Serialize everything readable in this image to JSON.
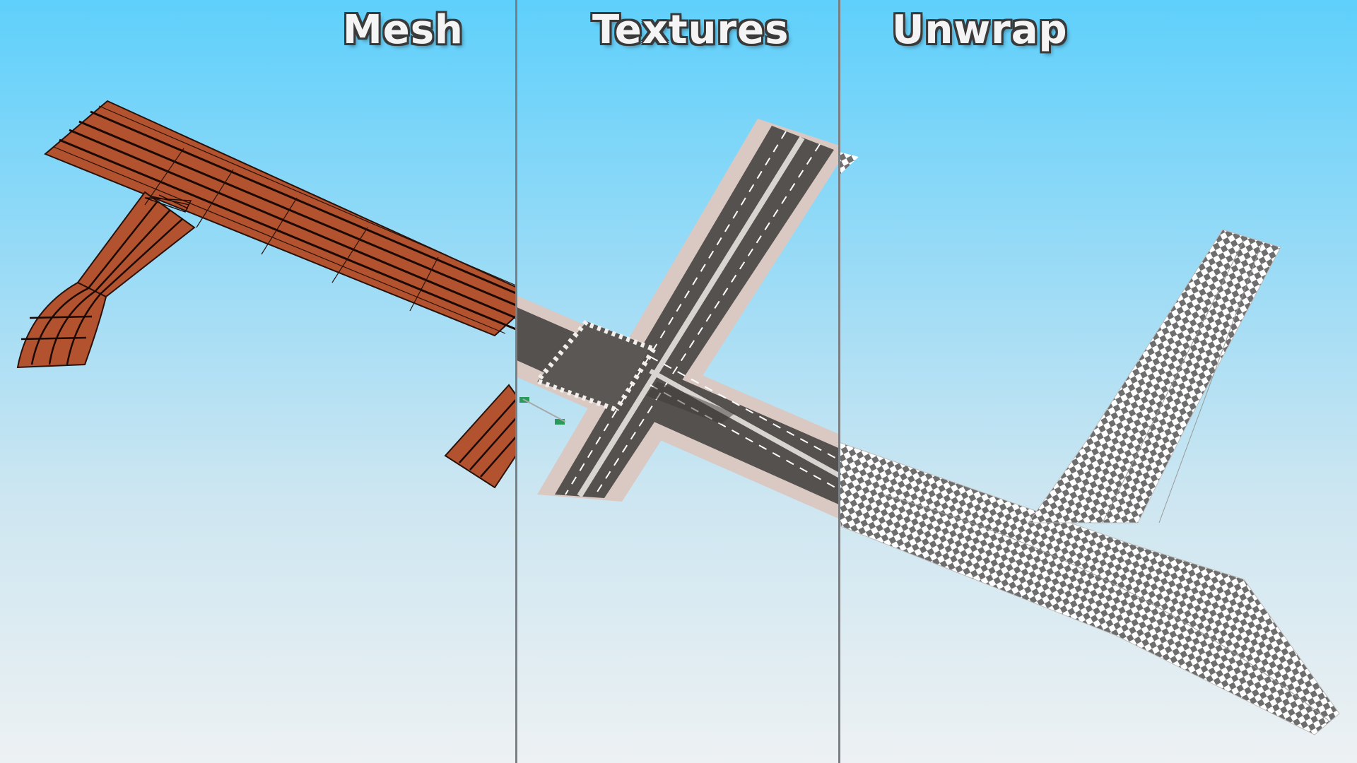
{
  "panels": [
    {
      "label": "Mesh"
    },
    {
      "label": "Textures"
    },
    {
      "label": "Unwrap"
    }
  ],
  "colors": {
    "sky_top": "#5ed0fb",
    "sky_bottom": "#edf1f3",
    "mesh_fill": "#b2522f",
    "mesh_lines": "#2a120a",
    "asphalt": "#55514e",
    "sidewalk": "#d9c9c2",
    "checker_dark": "#6e6e6e",
    "checker_light": "#ffffff",
    "divider": "#7a7f84"
  },
  "icons": {
    "sign": "green-street-sign-icon"
  }
}
